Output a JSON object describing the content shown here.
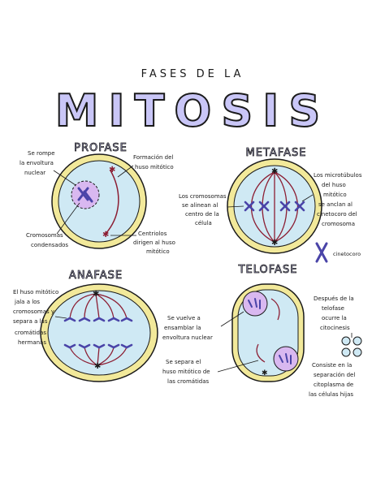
{
  "header": {
    "subtitle": "FASES DE LA",
    "title": "MITOSIS"
  },
  "phases": {
    "profase": {
      "title": "PROFASE",
      "notes": {
        "envoltura": [
          "Se rompe",
          "la envoltura",
          "nuclear"
        ],
        "huso": [
          "Formación del",
          "huso mitótico"
        ],
        "cromosomas": [
          "Cromosomas",
          "condensados"
        ],
        "centriolos": [
          "Centriolos",
          "dirigen al huso",
          "mitótico"
        ]
      }
    },
    "metafase": {
      "title": "METAFASE",
      "notes": {
        "alinean": [
          "Los cromosomas",
          "se alinean al",
          "centro de la",
          "célula"
        ],
        "microtubulos": [
          "Los microtúbulos",
          "del huso",
          "mitótico",
          "se anclan al",
          "cinetocoro del",
          "cromosoma"
        ],
        "cinetocoro": "cinetocoro"
      }
    },
    "anafase": {
      "title": "ANAFASE",
      "notes": {
        "huso": [
          "El huso mitótico",
          "jala a los",
          "cromosomas y",
          "separa a las",
          "cromátidas",
          "hermanas"
        ]
      }
    },
    "telofase": {
      "title": "TELOFASE",
      "notes": {
        "envoltura": [
          "Se vuelve a",
          "ensamblar la",
          "envoltura nuclear"
        ],
        "huso": [
          "Se separa el",
          "huso mitótico de",
          "las cromátidas"
        ],
        "citocinesis": [
          "Después de la",
          "telofase",
          "ocurre la",
          "citocinesis"
        ],
        "separacion": [
          "Consiste en la",
          "separación del",
          "citoplasma de",
          "las células hijas"
        ]
      }
    }
  },
  "colors": {
    "title_fill": "#c9c6f7",
    "title_stroke": "#1a1a1a",
    "cell_outer": "#f2e99a",
    "cell_inner": "#cfe9f4",
    "nucleus": "#d9b8f0",
    "spindle": "#8c1e33",
    "chromosome": "#4a44a8",
    "note_highlight": "#f6c9d3"
  }
}
